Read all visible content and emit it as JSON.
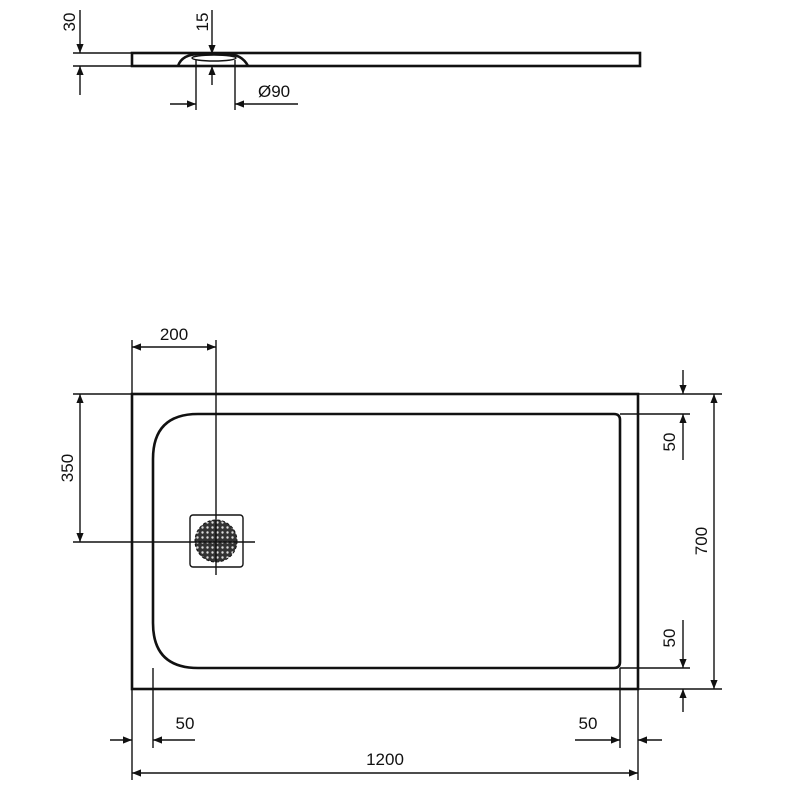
{
  "side_view": {
    "dim_height": "30",
    "dim_drain_depth": "15",
    "dim_drain_diameter": "Ø90"
  },
  "plan_view": {
    "dim_drain_x": "200",
    "dim_drain_y": "350",
    "dim_width": "700",
    "dim_length": "1200",
    "dim_border_top": "50",
    "dim_border_bottom": "50",
    "dim_border_left": "50",
    "dim_border_right": "50"
  },
  "colors": {
    "line": "#111111",
    "background": "#ffffff"
  }
}
